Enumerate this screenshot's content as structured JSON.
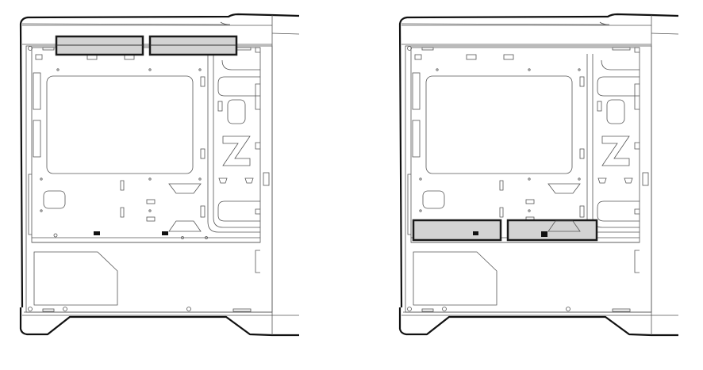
{
  "figure": {
    "panels": [
      {
        "id": "top-mount",
        "highlighted_positions": [
          "top-front",
          "top-rear"
        ]
      },
      {
        "id": "bottom-mount",
        "highlighted_positions": [
          "bottom-front",
          "bottom-rear"
        ]
      }
    ],
    "colors": {
      "highlight_fill": "#d3d3d3",
      "highlight_stroke": "#1a1a1a",
      "line": "#555555"
    }
  }
}
